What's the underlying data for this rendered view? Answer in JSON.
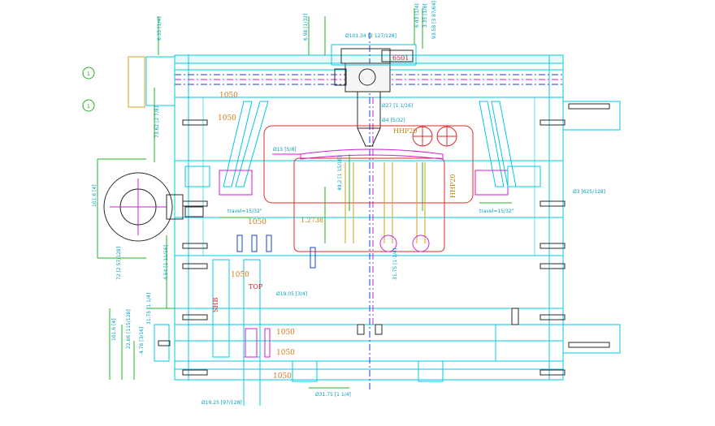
{
  "labels": {
    "plate_1050": "1050",
    "part_6501": "6501",
    "part_hhp20": "HHP20",
    "part_hhp20_right": "HHP20",
    "part_12738": "1.2738",
    "part_shb": "SHB",
    "part_top": "TOP"
  },
  "dims": {
    "top_a": "Ø101.34 [3 127/128]",
    "top_b": "6.43 [1/4]",
    "top_c": "3.35 [1/8]",
    "top_d": "93.58 [3 87/64]",
    "top_e": "6.98 [1/32]",
    "left_a": "6.35 [1/4]",
    "left_b": "73.62 [2 7/8]",
    "left_c": "101.6 [4]",
    "left_d": "72 [2 57/128]",
    "left_e": "4.54 [1 11/16]",
    "left_f": "101.6 [4]",
    "left_g": "22.86 [115/128]",
    "left_h": "31.75 [1 1/4]",
    "left_i": "4.76 [3/16]",
    "center_a": "Ø27 [1 1/16]",
    "center_b": "Ø4 [5/32]",
    "center_c": "Ø15 [5/8]",
    "center_d": "49.2 [1 15/16]",
    "center_e": "31.75 [1 1/4]",
    "center_f": "Ø19.05 [3/4]",
    "bottom_a": "Ø19.25 [97/128]",
    "bottom_b": "Ø31.75 [1 1/4]",
    "right_a": "Ø3 [625/128]",
    "travel_left": "travel=15/32\"",
    "travel_right": "travel=15/32\""
  },
  "callouts": {
    "c1": "1",
    "c2": "1"
  }
}
